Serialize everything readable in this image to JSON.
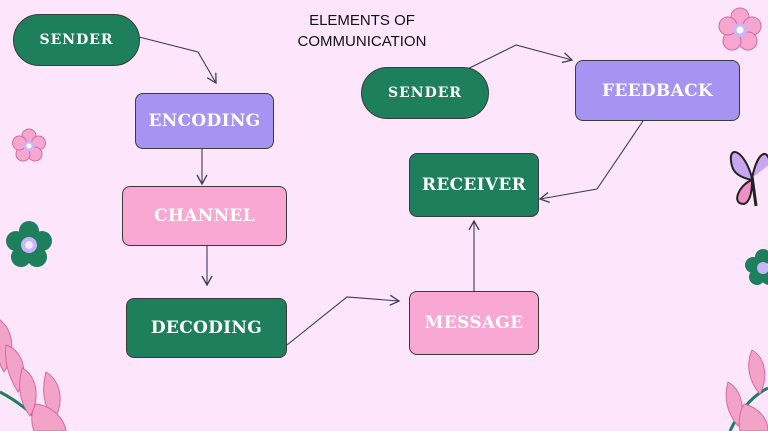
{
  "diagram": {
    "title_line1": "ELEMENTS OF",
    "title_line2": "COMMUNICATION",
    "nodes": {
      "sender_left": "SENDER",
      "encoding": "ENCODING",
      "channel": "CHANNEL",
      "decoding": "DECODING",
      "message": "MESSAGE",
      "receiver": "RECEIVER",
      "sender_right": "SENDER",
      "feedback": "FEEDBACK"
    },
    "colors": {
      "background": "#fde6fb",
      "green": "#1e7f5c",
      "purple": "#a594f2",
      "pink": "#f9a8d4",
      "arrow": "#3b3b5a"
    },
    "decorations": [
      "flower-icon",
      "butterfly-icon",
      "leaf-branch-icon"
    ]
  }
}
